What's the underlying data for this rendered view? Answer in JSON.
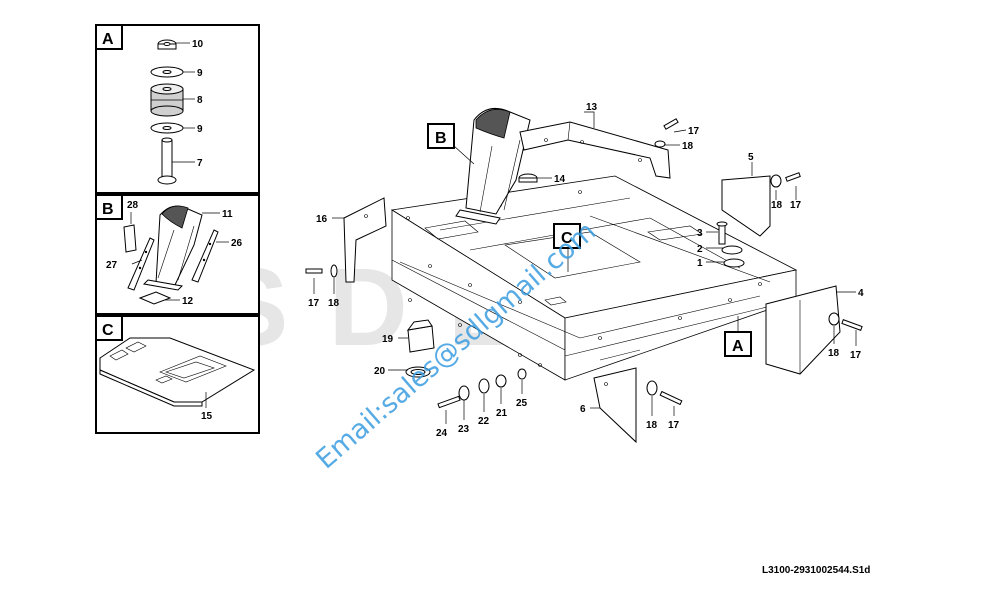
{
  "diagram": {
    "watermark_text": "SDLG",
    "email_watermark": "Email:sales@sdlgmail.com",
    "reference_code": "L3100-2931002544.S1d"
  },
  "detail_boxes": {
    "A": {
      "title": "A",
      "labels": [
        "10",
        "9",
        "8",
        "9",
        "7"
      ]
    },
    "B": {
      "title": "B",
      "labels": [
        "28",
        "11",
        "26",
        "27",
        "12"
      ]
    },
    "C": {
      "title": "C",
      "labels": [
        "15"
      ]
    }
  },
  "main_callouts": {
    "B": "B",
    "C": "C",
    "A": "A"
  },
  "part_numbers": {
    "p13": "13",
    "p17a": "17",
    "p18a": "18",
    "p14": "14",
    "p5": "5",
    "p18b": "18",
    "p17b": "17",
    "p16": "16",
    "p3": "3",
    "p2": "2",
    "p1": "1",
    "p17c": "17",
    "p18c": "18",
    "p4": "4",
    "p18d": "18",
    "p17d": "17",
    "p19": "19",
    "p20": "20",
    "p24": "24",
    "p23": "23",
    "p22": "22",
    "p21": "21",
    "p25": "25",
    "p6": "6",
    "p18e": "18",
    "p17e": "17"
  }
}
